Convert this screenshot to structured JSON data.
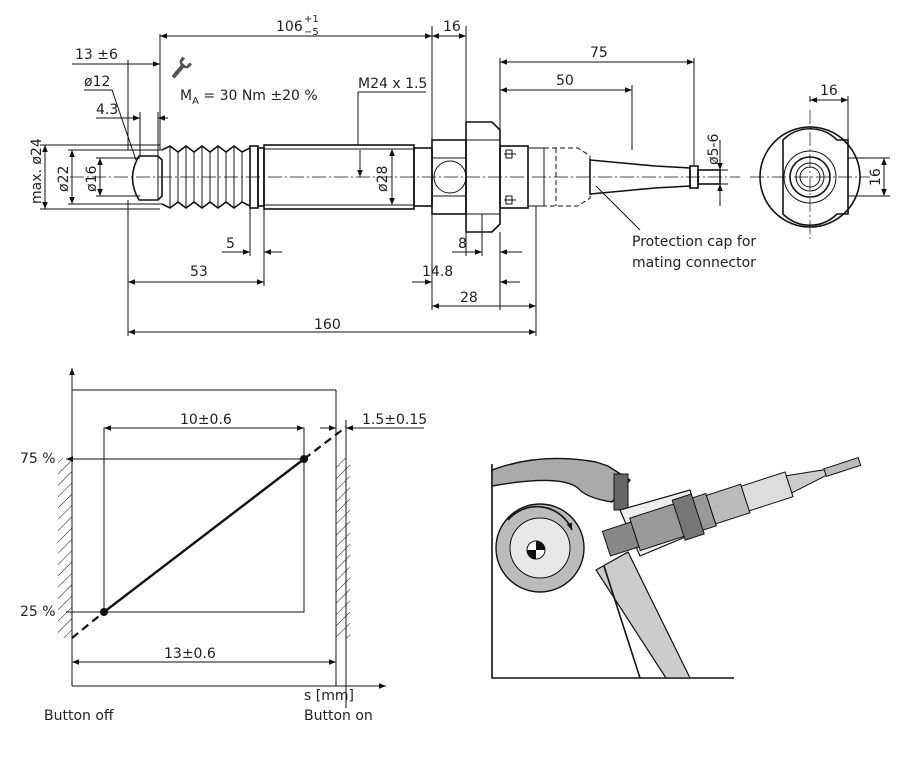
{
  "top_drawing": {
    "dims": {
      "d106": "106",
      "d106_sup": "+1",
      "d106_sub": "−5",
      "d16_top": "16",
      "d13": "13 ±6",
      "d12": "ø12",
      "d4_3": "4.3",
      "torque_prefix": "M",
      "torque_sub": "A",
      "torque_rest": " = 30 Nm ±20 %",
      "thread": "M24 x 1.5",
      "d75": "75",
      "d50": "50",
      "d5_6": "ø5-6",
      "max24": "max. ø24",
      "d22": "ø22",
      "d16_dia": "ø16",
      "d28_dia": "ø28",
      "d5": "5",
      "d53": "53",
      "d8": "8",
      "d14_8": "14.8",
      "d28": "28",
      "d160": "160",
      "end_16_top": "16",
      "end_16_side": "16"
    },
    "note_line1": "Protection cap for",
    "note_line2": "mating connector",
    "wrench_icon": "wrench-icon"
  },
  "graph": {
    "y_75": "75 %",
    "y_25": "25 %",
    "d10": "10±0.6",
    "d1_5": "1.5±0.15",
    "d13": "13±0.6",
    "x_axis": "s [mm]",
    "button_off": "Button off",
    "button_on": "Button on"
  }
}
